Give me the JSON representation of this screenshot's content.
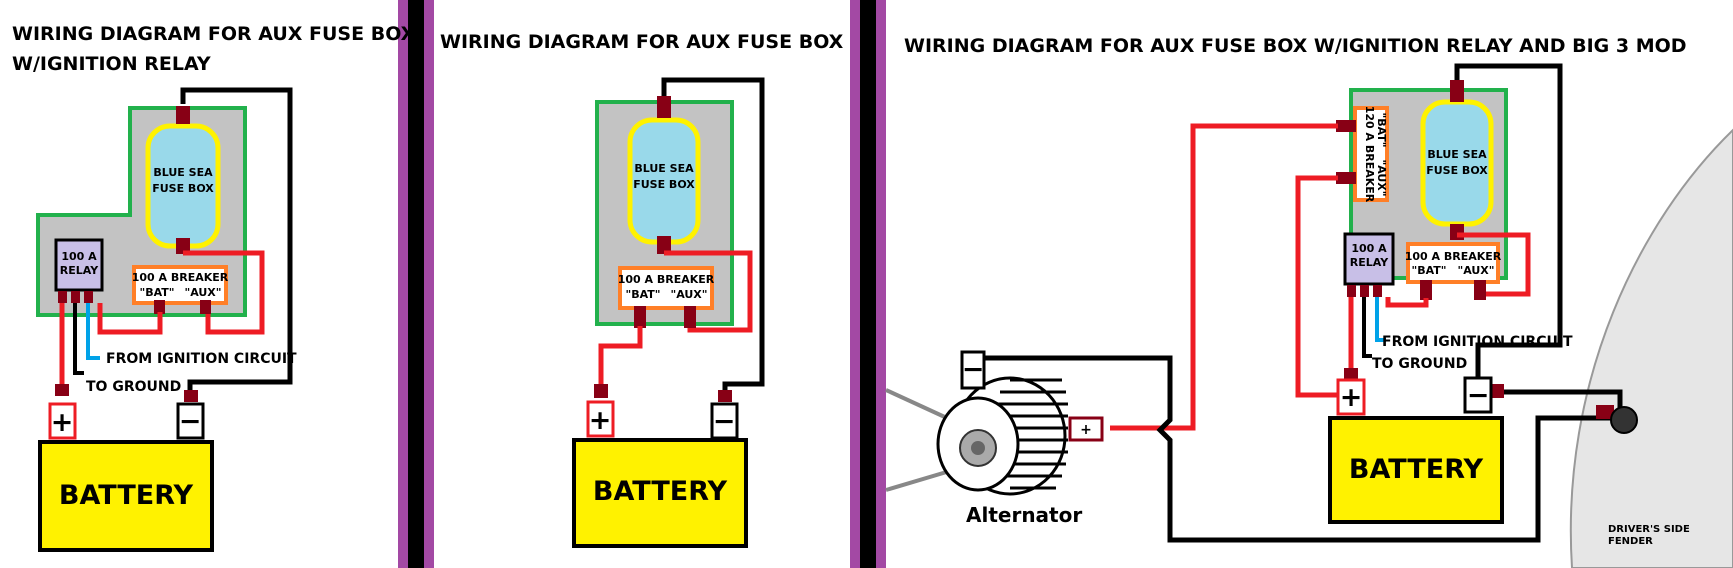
{
  "panel1": {
    "title_line1": "WIRING DIAGRAM FOR AUX FUSE BOX",
    "title_line2": "W/IGNITION RELAY",
    "fuse_box_line1": "BLUE SEA",
    "fuse_box_line2": "FUSE BOX",
    "relay_line1": "100 A",
    "relay_line2": "RELAY",
    "breaker_line1": "100 A BREAKER",
    "breaker_bat": "\"BAT\"",
    "breaker_aux": "\"AUX\"",
    "ignition_label": "FROM IGNITION CIRCUIT",
    "ground_label": "TO GROUND",
    "battery_label": "BATTERY",
    "plus": "+",
    "minus": "−"
  },
  "panel2": {
    "title": "WIRING DIAGRAM FOR AUX FUSE BOX",
    "fuse_box_line1": "BLUE SEA",
    "fuse_box_line2": "FUSE BOX",
    "breaker_line1": "100 A BREAKER",
    "breaker_bat": "\"BAT\"",
    "breaker_aux": "\"AUX\"",
    "battery_label": "BATTERY",
    "plus": "+",
    "minus": "−"
  },
  "panel3": {
    "title": "WIRING DIAGRAM FOR AUX FUSE BOX W/IGNITION RELAY AND BIG 3 MOD",
    "fuse_box_line1": "BLUE SEA",
    "fuse_box_line2": "FUSE BOX",
    "breaker120_line1": "120 A BREAKER",
    "breaker120_bat": "\"BAT\"",
    "breaker120_aux": "\"AUX\"",
    "relay_line1": "100 A",
    "relay_line2": "RELAY",
    "breaker_line1": "100 A BREAKER",
    "breaker_bat": "\"BAT\"",
    "breaker_aux": "\"AUX\"",
    "ignition_label": "FROM IGNITION CIRCUIT",
    "ground_label": "TO GROUND",
    "battery_label": "BATTERY",
    "alternator_label": "Alternator",
    "fender_line1": "DRIVER'S SIDE",
    "fender_line2": "FENDER",
    "plus": "+",
    "minus": "−"
  },
  "colors": {
    "wire_red": "#ee1c24",
    "wire_black": "#000000",
    "wire_blue": "#00a2e8",
    "panel_green": "#22b14c",
    "panel_gray": "#c3c3c3",
    "fuse_blue": "#99d9ea",
    "fuse_yellow": "#fff200",
    "breaker_orange": "#ff7f27",
    "relay_purple": "#c8bfe7",
    "terminal_dark_red": "#880015",
    "battery_yellow": "#fff200",
    "divider_purple": "#a349a4"
  }
}
